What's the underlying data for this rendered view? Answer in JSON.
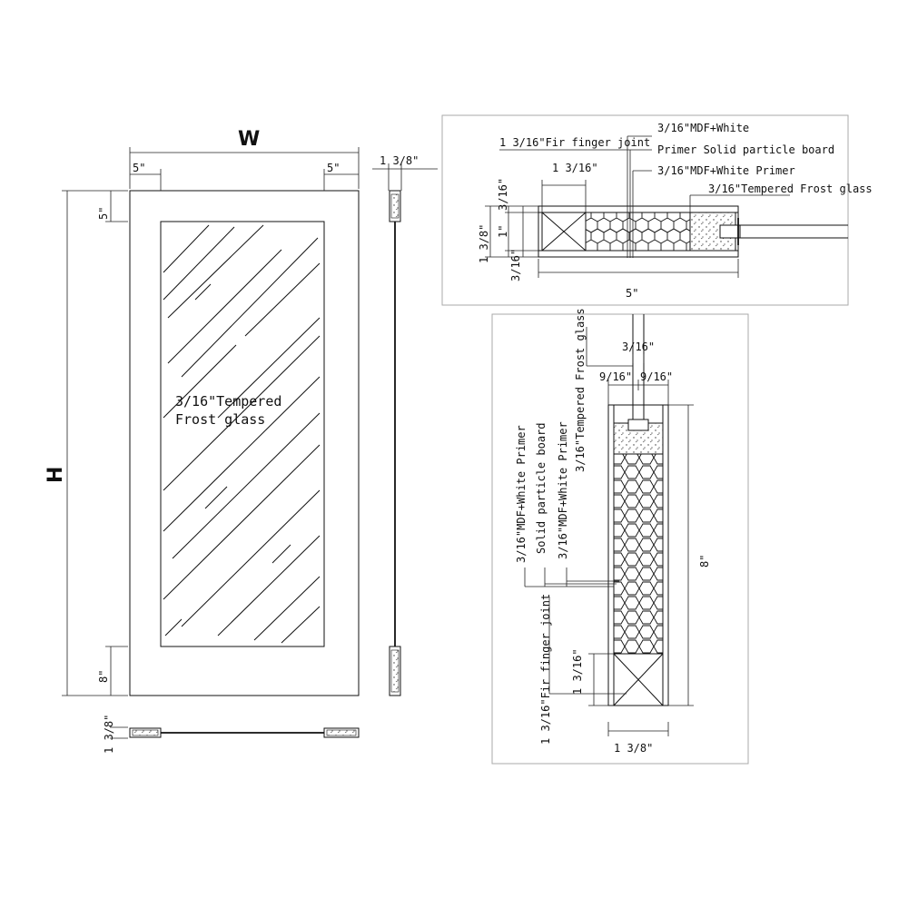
{
  "elevation": {
    "width_label": "W",
    "height_label": "H",
    "stile_left": "5\"",
    "stile_right": "5\"",
    "top_rail": "5\"",
    "bottom_rail": "8\"",
    "thickness": "1 3/8\"",
    "bottom_thickness": "1 3/8\"",
    "glass_line1": "3/16\"Tempered",
    "glass_line2": "Frost glass"
  },
  "section_horizontal": {
    "mdf_white": "3/16\"MDF+White",
    "primer_particle": "Primer Solid particle board",
    "mdf_white_primer": "3/16\"MDF+White Primer",
    "fir_joint": "1 3/16\"Fir finger joint",
    "fir_dim": "1 3/16\"",
    "glass": "3/16\"Tempered Frost glass",
    "overall_thick": "1 3/8\"",
    "layer_top": "3/16\"",
    "layer_mid": "1\"",
    "layer_bottom": "3/16\"",
    "width": "5\""
  },
  "section_vertical": {
    "glass": "3/16\"Tempered Frost glass",
    "glass_thick": "3/16\"",
    "left_gap": "9/16\"",
    "right_gap": "9/16\"",
    "mdf_white_primer_a": "3/16\"MDF+White Primer",
    "particle": "Solid particle board",
    "mdf_white_primer_b": "3/16\"MDF+White Primer",
    "fir_joint": "1 3/16\"Fir finger joint",
    "fir_dim": "1 3/16\"",
    "height": "8\"",
    "thickness": "1 3/8\""
  }
}
